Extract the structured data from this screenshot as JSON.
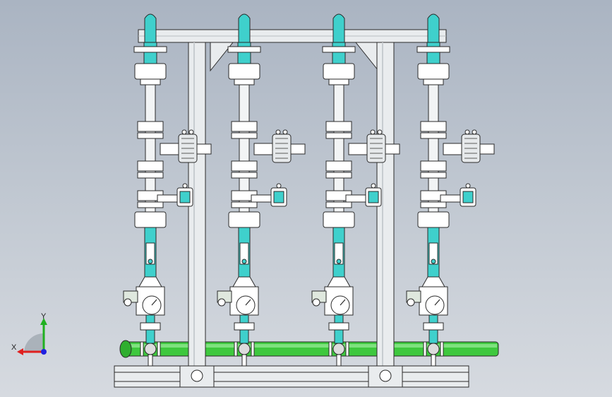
{
  "triad": {
    "x_label": "X",
    "y_label": "Y"
  },
  "columns": [
    {
      "id": "line-1",
      "motor": "side"
    },
    {
      "id": "line-2",
      "motor": "side"
    },
    {
      "id": "line-3",
      "motor": "side"
    },
    {
      "id": "line-4",
      "motor": "side"
    }
  ],
  "colors": {
    "pipe_cyan": "#3fd0cc",
    "pipe_white": "#f2f4f5",
    "header_green": "#3ec83e",
    "frame": "#e9ecee",
    "outline": "#2a2a2a",
    "axis_x": "#e02020",
    "axis_y": "#20b020",
    "axis_z": "#2020e0"
  }
}
